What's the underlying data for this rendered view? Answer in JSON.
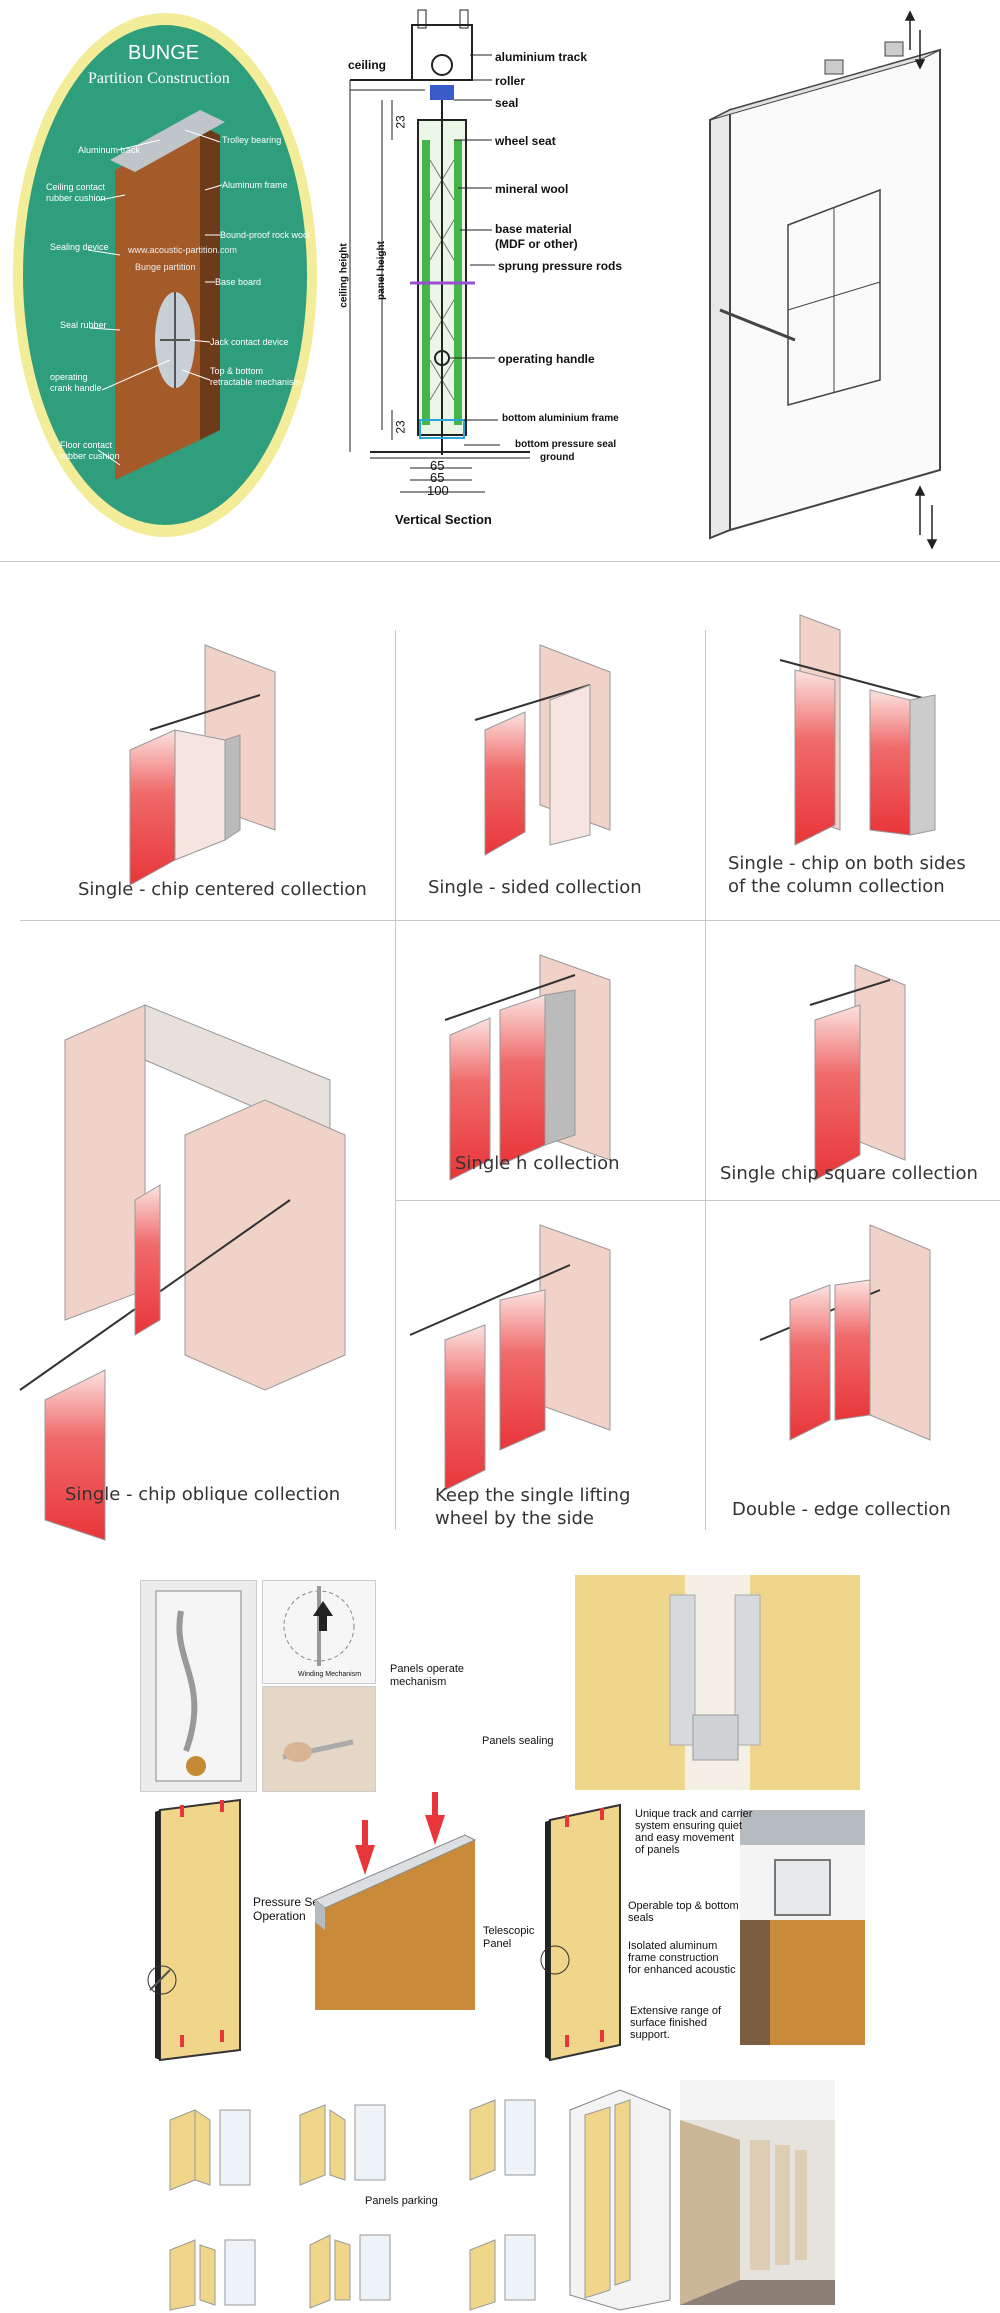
{
  "colors": {
    "panel_red": "#e8363a",
    "panel_pink": "#f1d2c9",
    "oval_green": "#2f9e7d",
    "oval_yellow": "#f3ed9a",
    "wood": "#a55a2a",
    "beige": "#f0d68a"
  },
  "construction": {
    "brand": "BUNGE",
    "subtitle": "Partition Construction",
    "website": "www.acoustic-partition.com",
    "product": "Bunge partition",
    "left_labels": [
      "Aluminum track",
      "Ceiling contact rubber cushion",
      "Sealing device",
      "Seal rubber",
      "operating crank handle",
      "Floor contact rubber cushion"
    ],
    "right_labels": [
      "Trolley bearing",
      "Aluminum frame",
      "Bound-proof rock wool",
      "Base board",
      "Jack contact device",
      "Top & bottom retractable mechanism"
    ]
  },
  "section": {
    "title": "Vertical Section",
    "labels": [
      "aluminium track",
      "roller",
      "seal",
      "wheel seat",
      "mineral wool",
      "base material",
      "(MDF or other)",
      "sprung pressure rods",
      "operating handle",
      "bottom aluminium frame",
      "bottom pressure seal",
      "ground"
    ],
    "ceiling": "ceiling",
    "ceiling_height": "ceiling height",
    "panel_height": "panel height",
    "dim_23_top": "23",
    "dim_23_bottom": "23",
    "dim_65a": "65",
    "dim_65b": "65",
    "dim_100": "100"
  },
  "collections": [
    "Single - chip centered collection",
    "Single - sided collection",
    "Single - chip on both sides",
    "of the column collection",
    "Single - chip oblique collection",
    "Single h collection",
    "Single chip square collection",
    "Keep the single lifting",
    "wheel by the side",
    "Double - edge collection"
  ],
  "features": {
    "operate": "Panels operate",
    "operate2": "mechanism",
    "winding": "Winding Mechanism",
    "sealing": "Panels sealing",
    "pressure": "Pressure Seal",
    "pressure2": "Operation",
    "telescopic": "Telescopic",
    "telescopic2": "Panel",
    "unique1": "Unique track and carrier",
    "unique2": "system ensuring quiet",
    "unique3": "and easy movement",
    "unique4": "of panels",
    "operable1": "Operable top & bottom",
    "operable2": "seals",
    "isolated1": "Isolated aluminum",
    "isolated2": "frame construction",
    "isolated3": "for enhanced acoustic",
    "range1": "Extensive range of",
    "range2": "surface finished",
    "range3": "support.",
    "parking": "Panels parking"
  }
}
